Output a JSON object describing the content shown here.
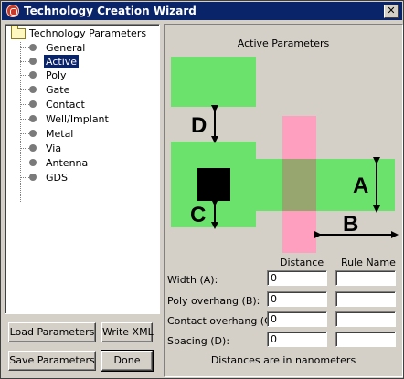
{
  "window": {
    "title": "Technology Creation Wizard",
    "close_label": "✕"
  },
  "tree": {
    "root": "Technology Parameters",
    "items": [
      {
        "label": "General",
        "selected": false
      },
      {
        "label": "Active",
        "selected": true
      },
      {
        "label": "Poly",
        "selected": false
      },
      {
        "label": "Gate",
        "selected": false
      },
      {
        "label": "Contact",
        "selected": false
      },
      {
        "label": "Well/Implant",
        "selected": false
      },
      {
        "label": "Metal",
        "selected": false
      },
      {
        "label": "Via",
        "selected": false
      },
      {
        "label": "Antenna",
        "selected": false
      },
      {
        "label": "GDS",
        "selected": false
      }
    ]
  },
  "buttons": {
    "load": "Load Parameters",
    "write_xml": "Write XML",
    "save": "Save Parameters",
    "done": "Done"
  },
  "panel": {
    "title": "Active Parameters",
    "diagram": {
      "labels": {
        "a": "A",
        "b": "B",
        "c": "C",
        "d": "D"
      },
      "colors": {
        "active": "#6be26b",
        "poly": "#ff9fc0",
        "overlap": "#96a66e",
        "contact": "#000000"
      }
    },
    "columns": {
      "distance": "Distance",
      "rule_name": "Rule Name"
    },
    "rows": [
      {
        "label": "Width (A):",
        "distance": "0",
        "rule_name": ""
      },
      {
        "label": "Poly overhang (B):",
        "distance": "0",
        "rule_name": ""
      },
      {
        "label": "Contact overhang (C):",
        "distance": "0",
        "rule_name": ""
      },
      {
        "label": "Spacing (D):",
        "distance": "0",
        "rule_name": ""
      }
    ],
    "note": "Distances are in nanometers"
  }
}
